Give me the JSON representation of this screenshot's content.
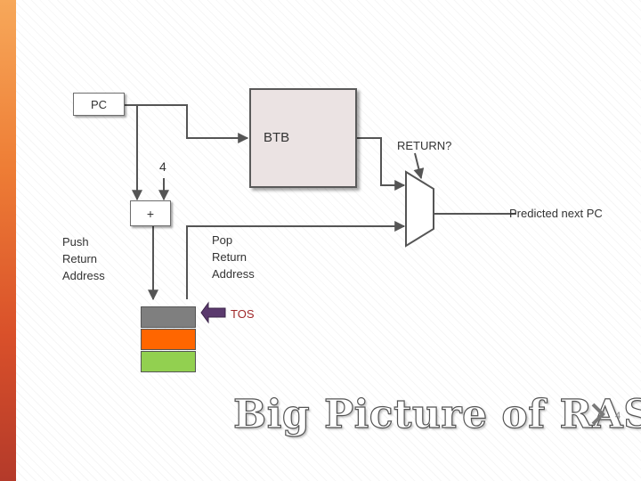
{
  "diagram": {
    "pc_label": "PC",
    "btb_label": "BTB",
    "four_label": "4",
    "adder_label": "+",
    "return_label": "RETURN?",
    "predicted_label": "Predicted next PC",
    "push_lines": [
      "Push",
      "Return",
      "Address"
    ],
    "pop_lines": [
      "Pop",
      "Return",
      "Address"
    ],
    "tos_label": "TOS"
  },
  "colors": {
    "stack_top": "#7f7f7f",
    "stack_mid": "#ff6600",
    "stack_bottom": "#92d050",
    "tos_arrow": "#5b3a6e",
    "tos_text": "#a0282a",
    "wire": "#555555"
  },
  "slide": {
    "title": "Big Picture of RAS",
    "number": "4"
  }
}
